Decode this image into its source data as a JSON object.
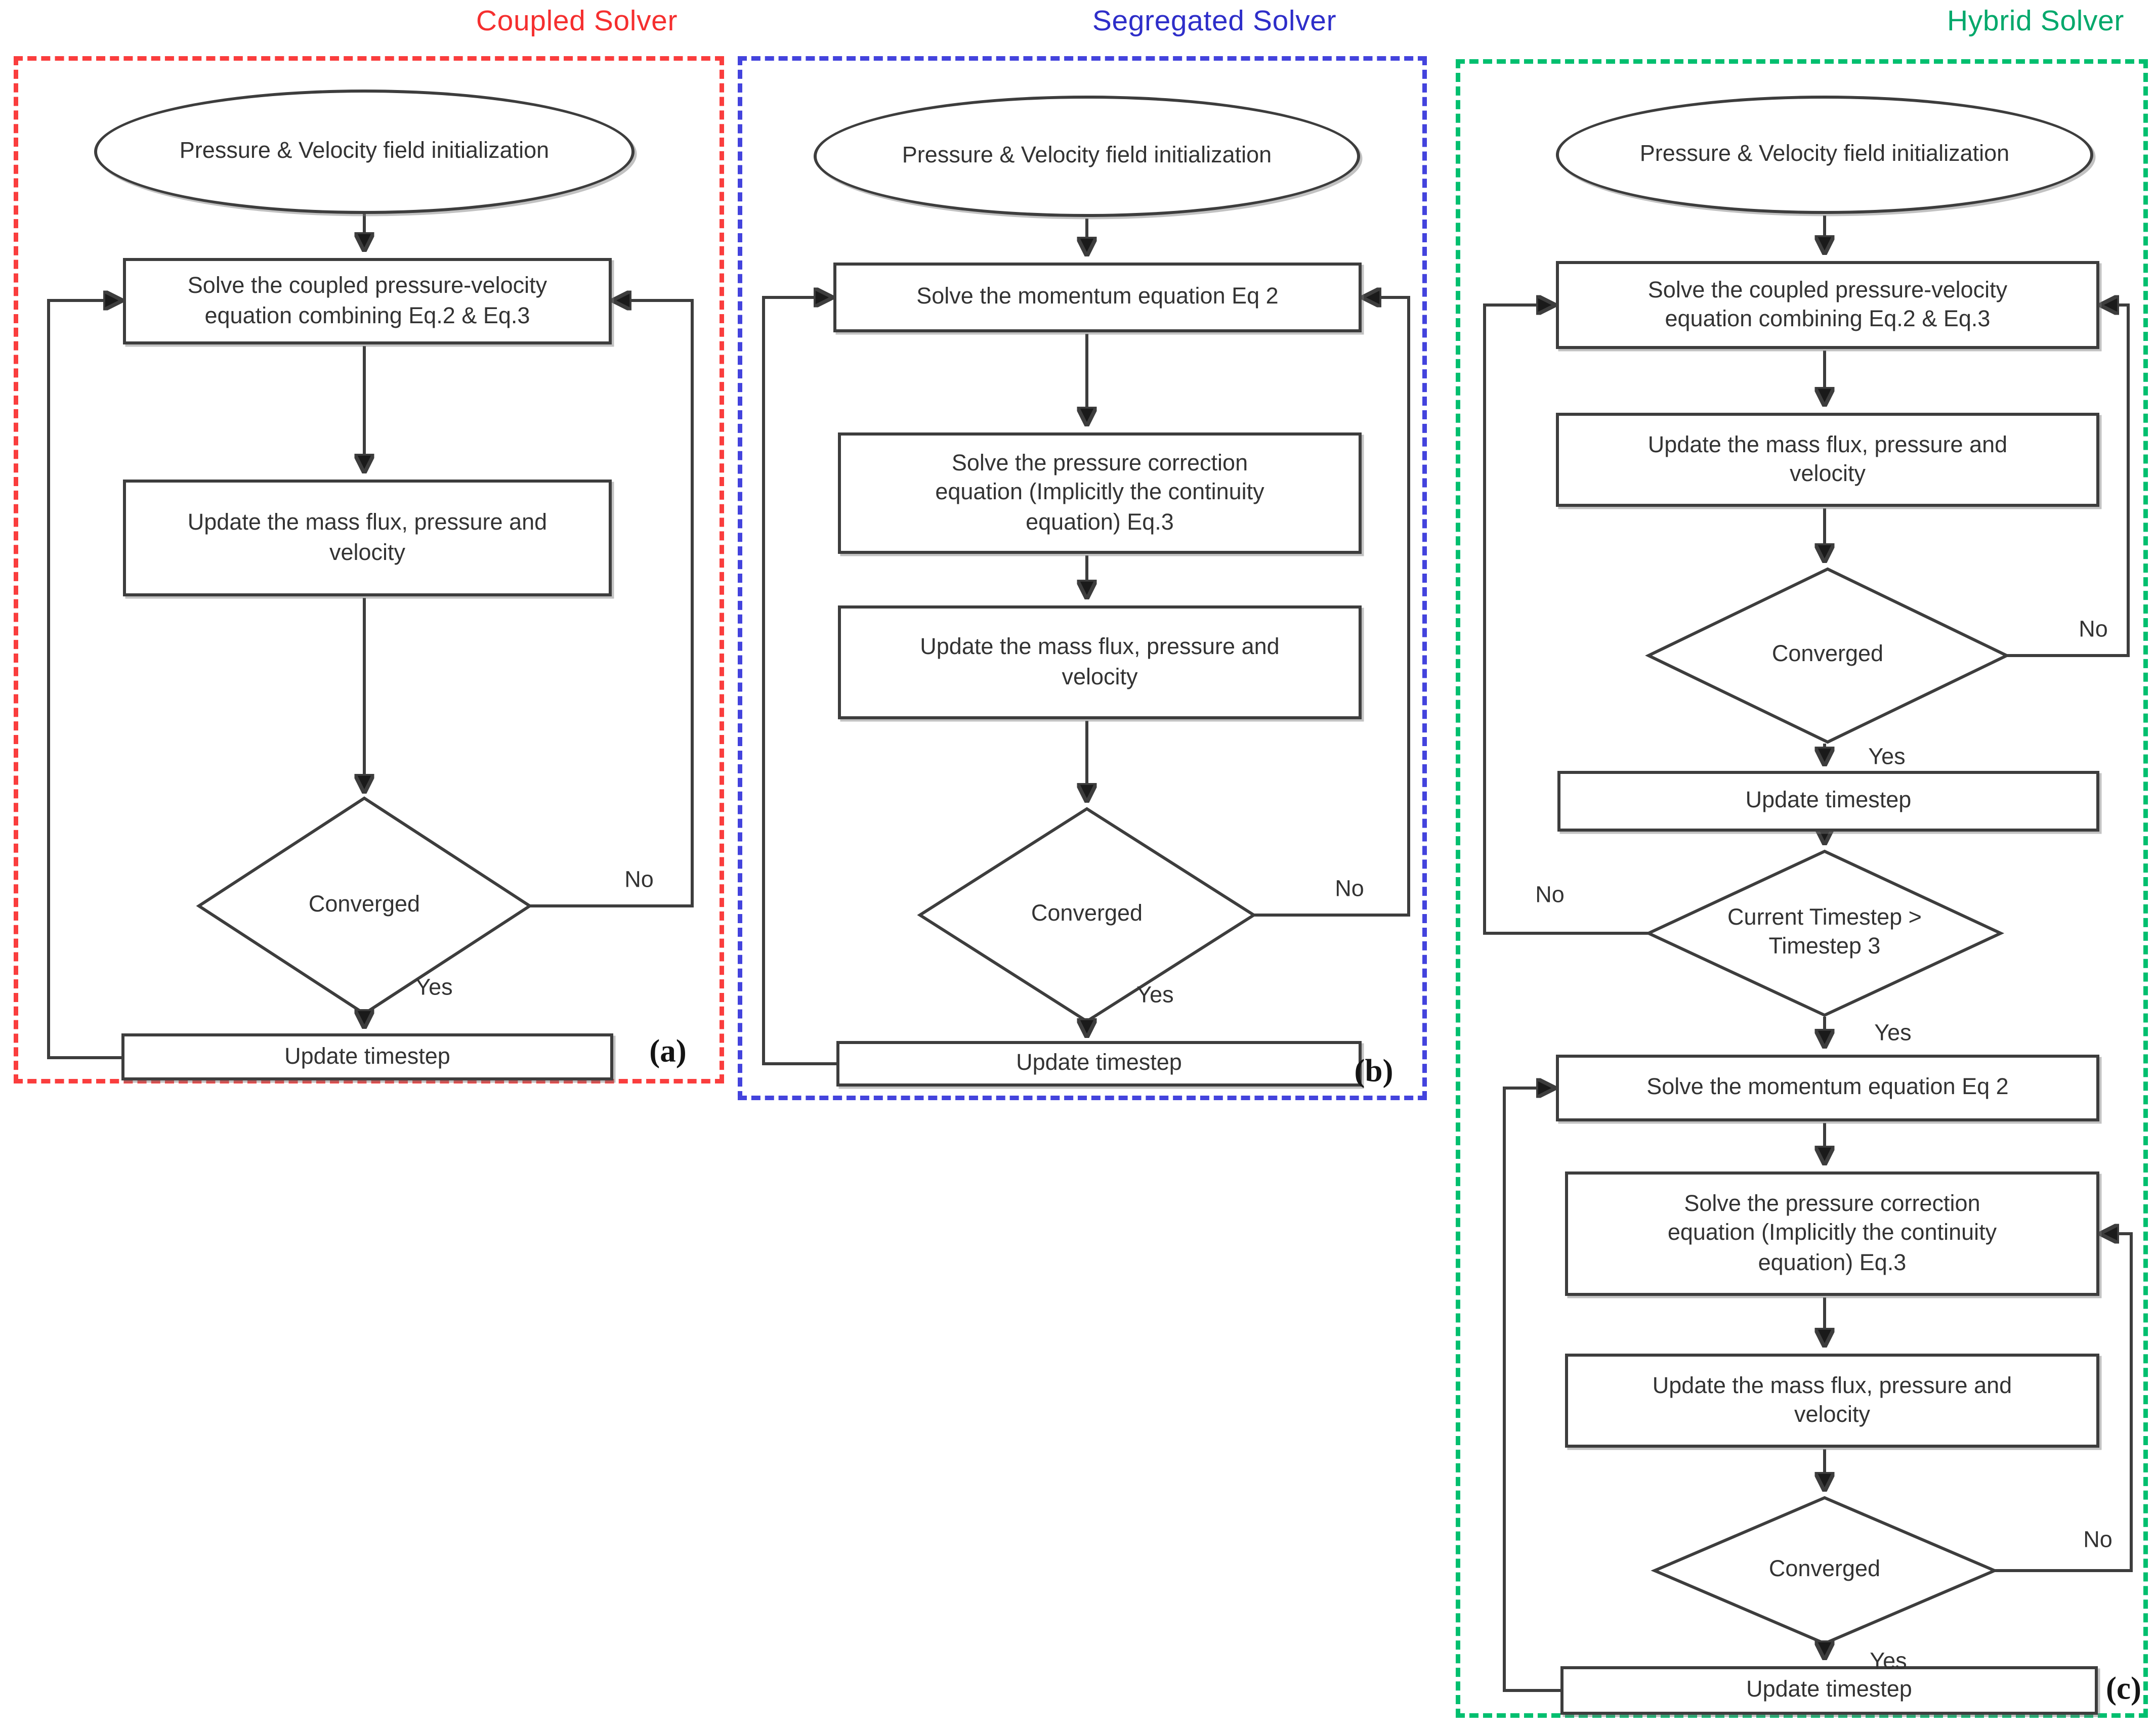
{
  "figure": {
    "type": "flowchart-comparison",
    "description_visible_text_only": true
  },
  "panels": {
    "coupled": {
      "title": "Coupled Solver",
      "accent": "#f52f2f",
      "border": "#fa3d3d",
      "tag": "(a)",
      "init": "Pressure & Velocity field initialization",
      "solve": {
        "l1": "Solve the coupled pressure-velocity",
        "l2": "equation combining Eq.2 & Eq.3"
      },
      "update": {
        "l1": "Update the mass flux, pressure and",
        "l2": "velocity"
      },
      "converged": "Converged",
      "timestep": "Update timestep",
      "yes": "Yes",
      "no": "No"
    },
    "segregated": {
      "title": "Segregated Solver",
      "accent": "#2e2ec9",
      "border": "#4343dd",
      "tag": "(b)",
      "init": "Pressure & Velocity field initialization",
      "momentum": "Solve the momentum equation Eq 2",
      "pressure": {
        "l1": "Solve the pressure correction",
        "l2": "equation (Implicitly the continuity",
        "l3": "equation) Eq.3"
      },
      "update": {
        "l1": "Update the mass flux, pressure and",
        "l2": "velocity"
      },
      "converged": "Converged",
      "timestep": "Update timestep",
      "yes": "Yes",
      "no": "No"
    },
    "hybrid": {
      "title": "Hybrid Solver",
      "accent": "#00a86b",
      "border": "#00bf6f",
      "tag": "(c)",
      "init": "Pressure & Velocity field initialization",
      "solve": {
        "l1": "Solve the coupled pressure-velocity",
        "l2": "equation combining Eq.2 & Eq.3"
      },
      "update1": {
        "l1": "Update the mass flux, pressure and",
        "l2": "velocity"
      },
      "converged1": "Converged",
      "timestep1": "Update timestep",
      "condition": {
        "l1": "Current Timestep >",
        "l2": "Timestep 3"
      },
      "momentum": "Solve the momentum equation Eq 2",
      "pressure": {
        "l1": "Solve the pressure correction",
        "l2": "equation (Implicitly the continuity",
        "l3": "equation) Eq.3"
      },
      "update2": {
        "l1": "Update the mass flux, pressure and",
        "l2": "velocity"
      },
      "converged2": "Converged",
      "timestep2": "Update timestep",
      "yes": "Yes",
      "no": "No"
    }
  }
}
